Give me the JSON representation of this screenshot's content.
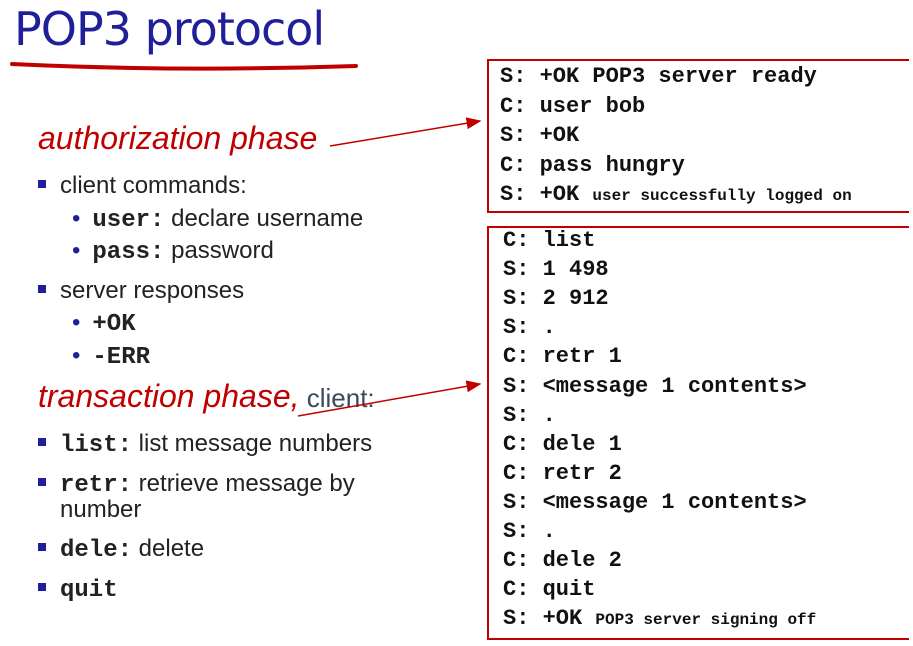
{
  "title": "POP3 protocol",
  "auth": {
    "heading": "authorization phase",
    "client_commands": "client commands:",
    "user_cmd": "user:",
    "user_desc": " declare username",
    "pass_cmd": "pass:",
    "pass_desc": " password",
    "server_responses": "server responses",
    "ok": "+OK",
    "err": "-ERR"
  },
  "trans": {
    "heading": "transaction phase,",
    "heading_tail": " client:",
    "list_cmd": "list:",
    "list_desc": " list message numbers",
    "retr_cmd": "retr:",
    "retr_desc_1": " retrieve message by",
    "retr_desc_2": "number",
    "dele_cmd": "dele:",
    "dele_desc": " delete",
    "quit_cmd": "quit"
  },
  "auth_dialog": [
    {
      "prefix": "S:",
      "text": "+OK POP3 server ready"
    },
    {
      "prefix": "C:",
      "text": "user bob"
    },
    {
      "prefix": "S:",
      "text": "+OK"
    },
    {
      "prefix": "C:",
      "text": "pass hungry"
    },
    {
      "prefix": "S:",
      "text": "+OK",
      "small": "user successfully logged on"
    }
  ],
  "trans_dialog": [
    {
      "prefix": "C:",
      "text": "list"
    },
    {
      "prefix": "S:",
      "text": "1 498"
    },
    {
      "prefix": "S:",
      "text": "2 912"
    },
    {
      "prefix": "S:",
      "text": "."
    },
    {
      "prefix": "C:",
      "text": "retr 1"
    },
    {
      "prefix": "S:",
      "text": "<message 1 contents>"
    },
    {
      "prefix": "S:",
      "text": "."
    },
    {
      "prefix": "C:",
      "text": "dele 1"
    },
    {
      "prefix": "C:",
      "text": "retr 2"
    },
    {
      "prefix": "S:",
      "text": "<message 1 contents>"
    },
    {
      "prefix": "S:",
      "text": "."
    },
    {
      "prefix": "C:",
      "text": "dele 2"
    },
    {
      "prefix": "C:",
      "text": "quit"
    },
    {
      "prefix": "S:",
      "text": "+OK",
      "small": "POP3 server signing off"
    }
  ],
  "colors": {
    "title": "#1f1f9a",
    "phase": "#c00000",
    "bullet": "#1f1f9a",
    "box": "#c00000"
  }
}
